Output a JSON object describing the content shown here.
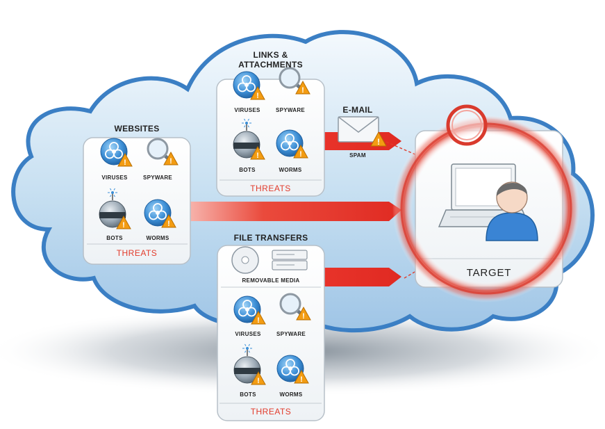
{
  "websites": {
    "title": "WEBSITES",
    "items": [
      "VIRUSES",
      "SPYWARE",
      "BOTS",
      "WORMS"
    ],
    "footer": "THREATS"
  },
  "links": {
    "title_line1": "LINKS &",
    "title_line2": "ATTACHMENTS",
    "items": [
      "VIRUSES",
      "SPYWARE",
      "BOTS",
      "WORMS"
    ],
    "footer": "THREATS"
  },
  "file_transfers": {
    "title": "FILE TRANSFERS",
    "media": "REMOVABLE MEDIA",
    "items": [
      "VIRUSES",
      "SPYWARE",
      "BOTS",
      "WORMS"
    ],
    "footer": "THREATS"
  },
  "email": {
    "title": "E-MAIL",
    "sub": "SPAM"
  },
  "target": {
    "label": "TARGET"
  },
  "colors": {
    "cloud_border": "#3b7fc4",
    "arrow": "#e8332a",
    "threat_text": "#e23a2a",
    "warning": "#f39c12",
    "icon_blue": "#3a8fd8"
  },
  "icons": {
    "virus": "biohazard-icon",
    "spyware": "magnifier-icon",
    "bot": "bot-bomb-icon",
    "worm": "biohazard-icon",
    "email": "envelope-icon",
    "media": "disc-icon",
    "drive": "disk-drive-icon",
    "warning": "warning-triangle-icon",
    "target": "user-computer-icon"
  }
}
